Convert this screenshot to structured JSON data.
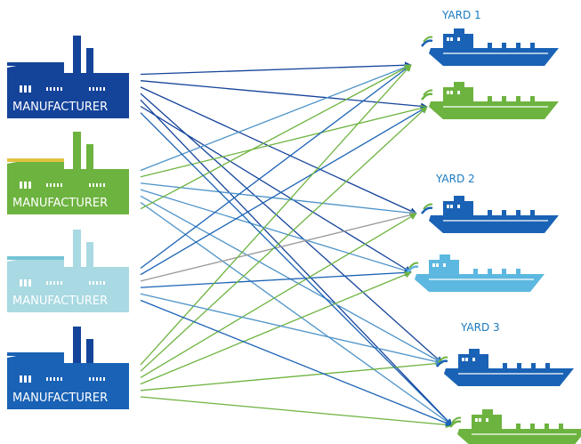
{
  "manufacturers": [
    {
      "label": "MANUFACTURER",
      "color": "#14439a",
      "stack_color": "#14439a",
      "roof_color": "#14439a"
    },
    {
      "label": "MANUFACTURER",
      "color": "#6db33f",
      "stack_color": "#6db33f",
      "roof_color": "#e0c340"
    },
    {
      "label": "MANUFACTURER",
      "color": "#a9d9e2",
      "stack_color": "#a9d9e2",
      "roof_color": "#74c3d5"
    },
    {
      "label": "MANUFACTURER",
      "color": "#1a62b5",
      "stack_color": "#14439a",
      "roof_color": "#1a62b5"
    }
  ],
  "yards": [
    {
      "label": "YARD 1",
      "color": "#1a7ac1"
    },
    {
      "label": "YARD 2",
      "color": "#1a7ac1"
    },
    {
      "label": "YARD 3",
      "color": "#1a7ac1"
    }
  ],
  "ships": [
    {
      "yard": 0,
      "color": "#1a62b5"
    },
    {
      "yard": 0,
      "color": "#6db33f"
    },
    {
      "yard": 1,
      "color": "#1a62b5"
    },
    {
      "yard": 1,
      "color": "#5cb8e0"
    },
    {
      "yard": 2,
      "color": "#1a62b5"
    },
    {
      "yard": 2,
      "color": "#6db33f"
    }
  ],
  "connections": [
    {
      "from": 0,
      "to": 0,
      "color": "#14439a"
    },
    {
      "from": 0,
      "to": 1,
      "color": "#14439a"
    },
    {
      "from": 0,
      "to": 2,
      "color": "#14439a"
    },
    {
      "from": 0,
      "to": 4,
      "color": "#14439a"
    },
    {
      "from": 0,
      "to": 5,
      "color": "#14439a"
    },
    {
      "from": 0,
      "to": 3,
      "color": "#14439a"
    },
    {
      "from": 1,
      "to": 0,
      "color": "#4d93c8"
    },
    {
      "from": 1,
      "to": 1,
      "color": "#6db33f"
    },
    {
      "from": 1,
      "to": 2,
      "color": "#4d93c8"
    },
    {
      "from": 1,
      "to": 3,
      "color": "#4d93c8"
    },
    {
      "from": 1,
      "to": 4,
      "color": "#4d93c8"
    },
    {
      "from": 1,
      "to": 5,
      "color": "#4d93c8"
    },
    {
      "from": 2,
      "to": 0,
      "color": "#1a62b5"
    },
    {
      "from": 2,
      "to": 1,
      "color": "#1a62b5"
    },
    {
      "from": 2,
      "to": 2,
      "color": "#999999"
    },
    {
      "from": 2,
      "to": 3,
      "color": "#1a62b5"
    },
    {
      "from": 3,
      "to": 0,
      "color": "#6db33f"
    },
    {
      "from": 3,
      "to": 1,
      "color": "#6db33f"
    },
    {
      "from": 3,
      "to": 2,
      "color": "#6db33f"
    },
    {
      "from": 3,
      "to": 3,
      "color": "#6db33f"
    },
    {
      "from": 3,
      "to": 4,
      "color": "#6db33f"
    },
    {
      "from": 3,
      "to": 5,
      "color": "#6db33f"
    },
    {
      "from": 2,
      "to": 4,
      "color": "#4d93c8"
    },
    {
      "from": 2,
      "to": 5,
      "color": "#1a62b5"
    },
    {
      "from": 1,
      "to": 0,
      "color": "#6db33f"
    },
    {
      "from": 0,
      "to": 5,
      "color": "#1a62b5"
    }
  ]
}
